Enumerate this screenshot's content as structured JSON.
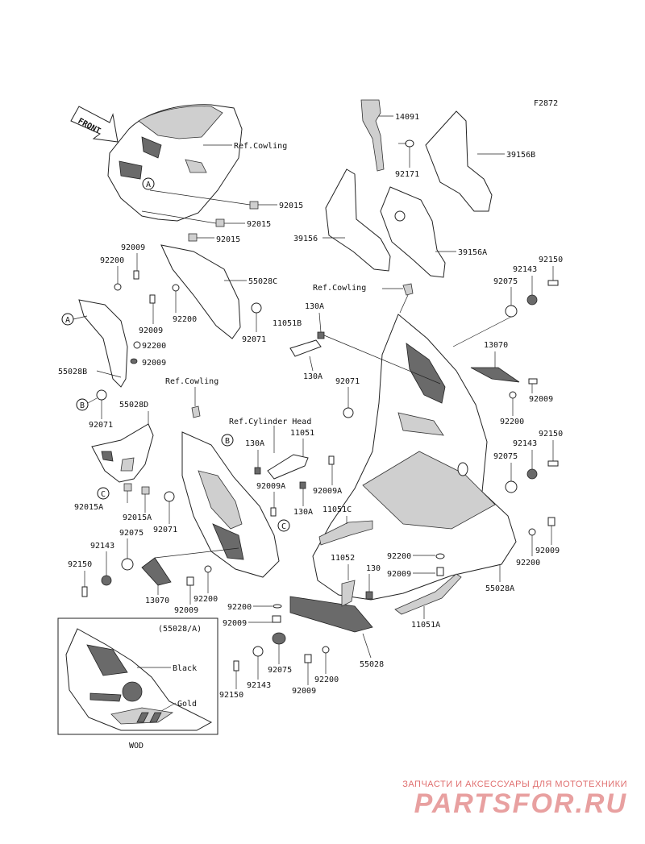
{
  "figure_code": "F2872",
  "front_label": "FRONT",
  "ref_cowling": "Ref.Cowling",
  "ref_cylinder_head": "Ref.Cylinder Head",
  "inset": {
    "title": "(55028/A)",
    "black": "Black",
    "gold": "Gold",
    "caption": "WOD"
  },
  "markers": {
    "a": "A",
    "b": "B",
    "c": "C"
  },
  "parts": {
    "p14091": "14091",
    "p92171": "92171",
    "p39156B": "39156B",
    "p39156": "39156",
    "p39156A": "39156A",
    "p92015": "92015",
    "p92009": "92009",
    "p92200": "92200",
    "p55028C": "55028C",
    "p92071": "92071",
    "p55028B": "55028B",
    "p55028D": "55028D",
    "p92015A": "92015A",
    "p130A": "130A",
    "p11051B": "11051B",
    "p11051": "11051",
    "p92009A": "92009A",
    "p92143": "92143",
    "p92150": "92150",
    "p92075": "92075",
    "p13070": "13070",
    "p11051C": "11051C",
    "p11052": "11052",
    "p130": "130",
    "p55028A": "55028A",
    "p11051A": "11051A",
    "p55028": "55028"
  },
  "watermark": {
    "tagline": "ЗАПЧАСТИ И АКСЕССУАРЫ ДЛЯ МОТОТЕХНИКИ",
    "brand": "PARTSFOR.RU"
  }
}
